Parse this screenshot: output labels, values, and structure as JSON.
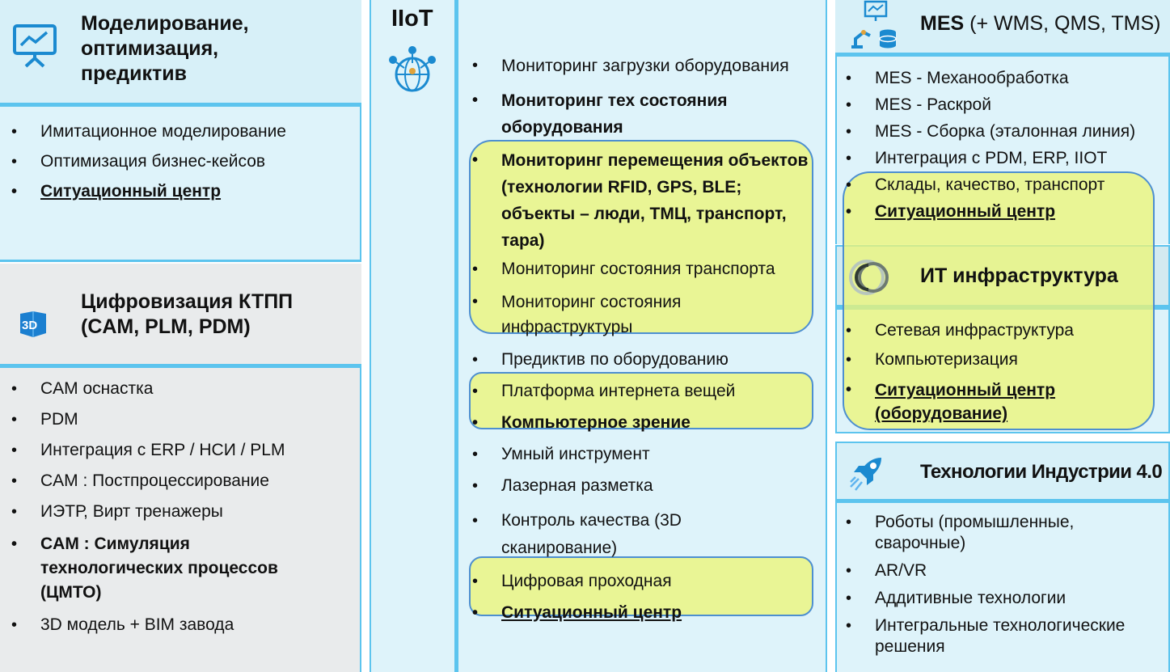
{
  "modeling": {
    "title": "Моделирование, оптимизация, предиктив",
    "icon": "presentation-chart-icon",
    "items": [
      {
        "text": "Имитационное моделирование"
      },
      {
        "text": "Оптимизация бизнес-кейсов"
      },
      {
        "text": "Ситуационный центр"
      }
    ]
  },
  "ktpp": {
    "title": "Цифровизация КТПП (CAM, PLM, PDM)",
    "icon": "3d-cube-icon",
    "icon_text": "3D",
    "items": [
      {
        "text": "CAM оснастка"
      },
      {
        "text": "PDM"
      },
      {
        "text": "Интеграция с ERP / НСИ / PLM"
      },
      {
        "text": "CAM : Постпроцессирование"
      },
      {
        "text": "ИЭТР, Вирт тренажеры"
      },
      {
        "text": "CAM : Симуляция технологических  процессов (ЦМТО)"
      },
      {
        "text": "3D модель + BIM завода"
      }
    ]
  },
  "iiot": {
    "title": "IIoT",
    "icon": "network-globe-icon",
    "items": [
      {
        "text": "Мониторинг загрузки оборудования"
      },
      {
        "text": "Мониторинг тех состояния оборудования"
      },
      {
        "text": "Мониторинг перемещения объектов (технологии RFID, GPS, BLE; объекты – люди, ТМЦ, транспорт, тара)"
      },
      {
        "text": "Мониторинг состояния транспорта"
      },
      {
        "text": "Мониторинг состояния инфраструктуры"
      },
      {
        "text": "Предиктив по оборудованию"
      },
      {
        "text": "Платформа интернета вещей"
      },
      {
        "text": "Компьютерное зрение"
      },
      {
        "text": "Умный инструмент"
      },
      {
        "text": "Лазерная разметка"
      },
      {
        "text": "Контроль качества (3D сканирование)"
      },
      {
        "text": "Цифровая проходная"
      },
      {
        "text": "Ситуационный центр"
      }
    ]
  },
  "mes": {
    "title_bold": "MES",
    "title_rest": " (+ WMS, QMS, TMS)",
    "icon": "factory-robot-icon",
    "items": [
      {
        "text": "MES - Механообработка"
      },
      {
        "text": "MES - Раскрой"
      },
      {
        "text": "MES - Сборка (эталонная линия)"
      },
      {
        "text": "Интеграция с PDM, ERP, IIOT"
      },
      {
        "text": "Склады, качество, транспорт"
      },
      {
        "text": "Ситуационный центр"
      }
    ]
  },
  "it": {
    "title": "ИТ инфраструктура",
    "icon": "rings-icon",
    "items": [
      {
        "text": "Сетевая инфраструктура"
      },
      {
        "text": "Компьютеризация"
      },
      {
        "text": "Ситуационный центр (оборудование)"
      }
    ]
  },
  "industry": {
    "title": "Технологии Индустрии 4.0",
    "icon": "rocket-icon",
    "items": [
      {
        "text": "Роботы (промышленные, сварочные)"
      },
      {
        "text": "AR/VR"
      },
      {
        "text": "Аддитивные технологии"
      },
      {
        "text": "Интегральные технологические решения"
      }
    ]
  },
  "colors": {
    "panel_light": "#def3fa",
    "panel_grey": "#e9ebec",
    "accent_blue": "#5cc4ee",
    "highlight_yellow": "#ecf578",
    "highlight_border": "#4d8fd0"
  }
}
